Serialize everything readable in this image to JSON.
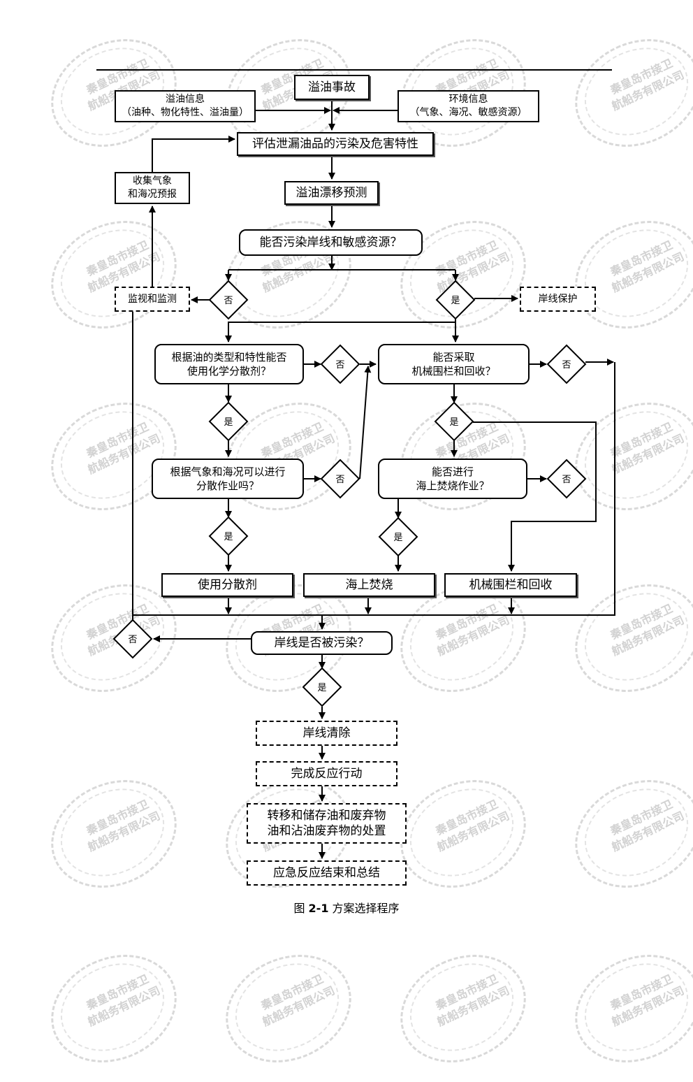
{
  "watermark": {
    "line1": "秦皇岛市接卫",
    "line2": "航船务有限公司"
  },
  "nodes": {
    "spill_accident": "溢油事故",
    "spill_info": "溢油信息\n（油种、物化特性、溢油量）",
    "env_info": "环境信息\n（气象、海况、敏感资源）",
    "assess": "评估泄漏油品的污染及危害特性",
    "collect_forecast": "收集气象\n和海况预报",
    "drift_forecast": "溢油漂移预测",
    "can_pollute": "能否污染岸线和敏感资源？",
    "monitor": "监视和监测",
    "shore_protect": "岸线保护",
    "can_dispersant": "根据油的类型和特性能否\n使用化学分散剂？",
    "can_mechanical": "能否采取\n机械围栏和回收？",
    "can_disperse_op": "根据气象和海况可以进行\n分散作业吗？",
    "can_burn": "能否进行\n海上焚烧作业？",
    "use_dispersant": "使用分散剂",
    "burn": "海上焚烧",
    "mechanical": "机械围栏和回收",
    "shore_polluted": "岸线是否被污染？",
    "shore_clean": "岸线清除",
    "complete": "完成反应行动",
    "waste": "转移和储存油和废弃物\n油和沾油废弃物的处置",
    "end": "应急反应结束和总结"
  },
  "decisions": {
    "no": "否",
    "yes": "是"
  },
  "caption": {
    "prefix": "图 ",
    "number": "2-1",
    "title": "  方案选择程序"
  }
}
